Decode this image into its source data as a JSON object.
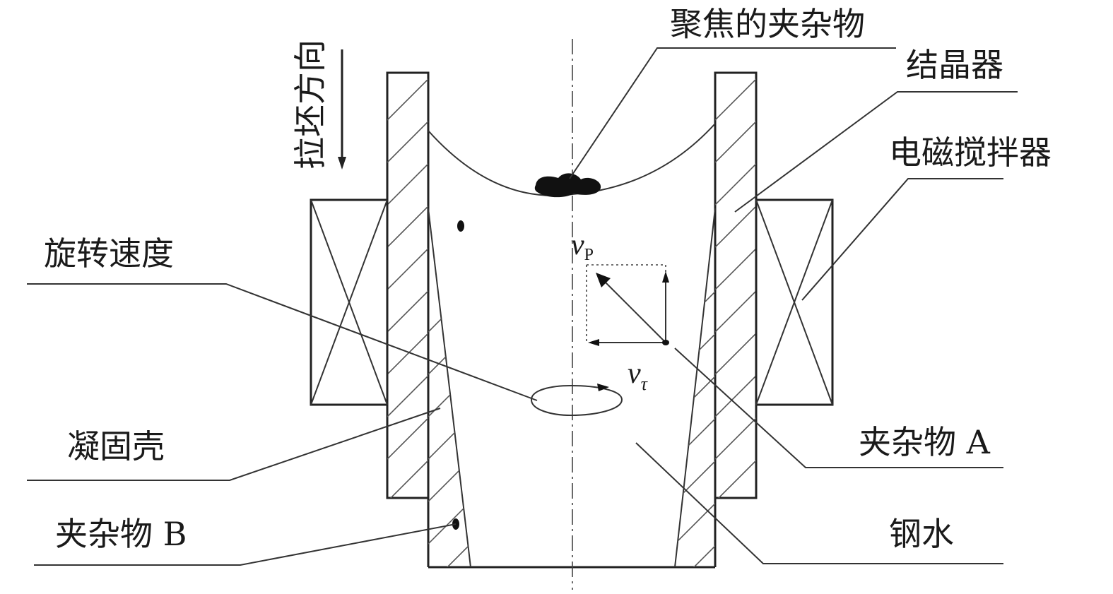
{
  "labels": {
    "casting_direction": "拉坯方向",
    "focused_inclusion": "聚焦的夹杂物",
    "mold": "结晶器",
    "em_stirrer": "电磁搅拌器",
    "rotation_speed": "旋转速度",
    "inclusion_a": "夹杂物 A",
    "solidified_shell": "凝固壳",
    "inclusion_b": "夹杂物 B",
    "molten_steel": "钢水"
  },
  "symbols": {
    "vp_base": "v",
    "vp_sub": "P",
    "vt_base": "v",
    "vt_sub": "τ"
  },
  "colors": {
    "line": "#333333",
    "fill": "#111111",
    "background": "#ffffff"
  }
}
